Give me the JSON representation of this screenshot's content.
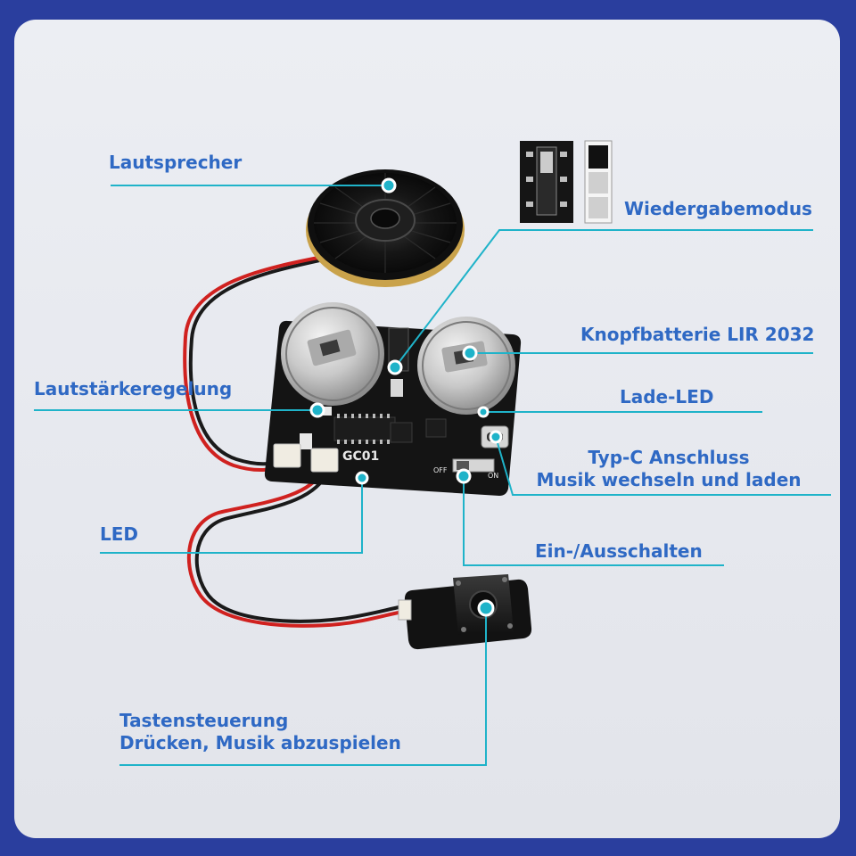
{
  "labels": {
    "speaker": "Lautsprecher",
    "playback_mode": "Wiedergabemodus",
    "button_battery": "Knopfbatterie LIR 2032",
    "volume_control": "Lautstärkeregelung",
    "charging_led": "Lade-LED",
    "type_c_line1": "Typ-C Anschluss",
    "type_c_line2": "Musik wechseln und laden",
    "led": "LED",
    "power_switch": "Ein-/Ausschalten",
    "key_control_line1": "Tastensteuerung",
    "key_control_line2": "Drücken, Musik abzuspielen"
  },
  "board": {
    "model_marking": "GC01",
    "switch_off_marking": "OFF",
    "switch_on_marking": "ON"
  },
  "colors": {
    "border_blue": "#2a3e9e",
    "label_blue": "#2f69c4",
    "callout_teal": "#1fb3c9",
    "pcb_black": "#141414",
    "wire_red": "#d0211f"
  }
}
